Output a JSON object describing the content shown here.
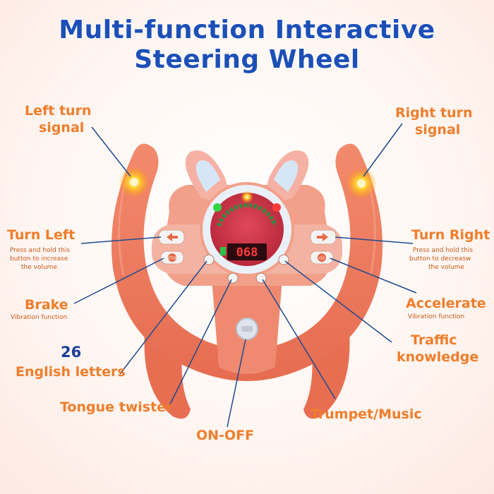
{
  "title": {
    "line1": "Multi-function Interactive",
    "line2": "Steering Wheel"
  },
  "labels": {
    "left_turn_line1": "Left turn",
    "left_turn_line2": "signal",
    "right_turn_line1": "Right turn",
    "right_turn_line2": "signal",
    "turn_left": "Turn Left",
    "turn_left_note_line1": "Press and hold this",
    "turn_left_note_line2": "button to increase",
    "turn_left_note_line3": "the volume",
    "turn_right": "Turn Right",
    "turn_right_note_line1": "Press and hold this",
    "turn_right_note_line2": "button to decreasw",
    "turn_right_note_line3": "the volume",
    "brake": "Brake",
    "brake_note": "Vibration function",
    "accelerate": "Accelerate",
    "accelerate_note": "Vibration function",
    "letters_number": "26",
    "letters_text": "English letters",
    "traffic_line1": "Traffic",
    "traffic_line2": "knowledge",
    "tongue_twister": "Tongue twister",
    "trumpet_music": "Trumpet/Music",
    "on_off": "ON-OFF"
  },
  "device": {
    "display_value": "068",
    "stop_button_text": "STOP",
    "go_button_text": "GO"
  },
  "colors": {
    "title": "#1d4fb8",
    "label": "#f07d2a",
    "wheel": "#ef7b5f",
    "wheel_dark": "#d9573f",
    "panel": "#f6b6a6",
    "leader_line": "#1e4a8f"
  }
}
